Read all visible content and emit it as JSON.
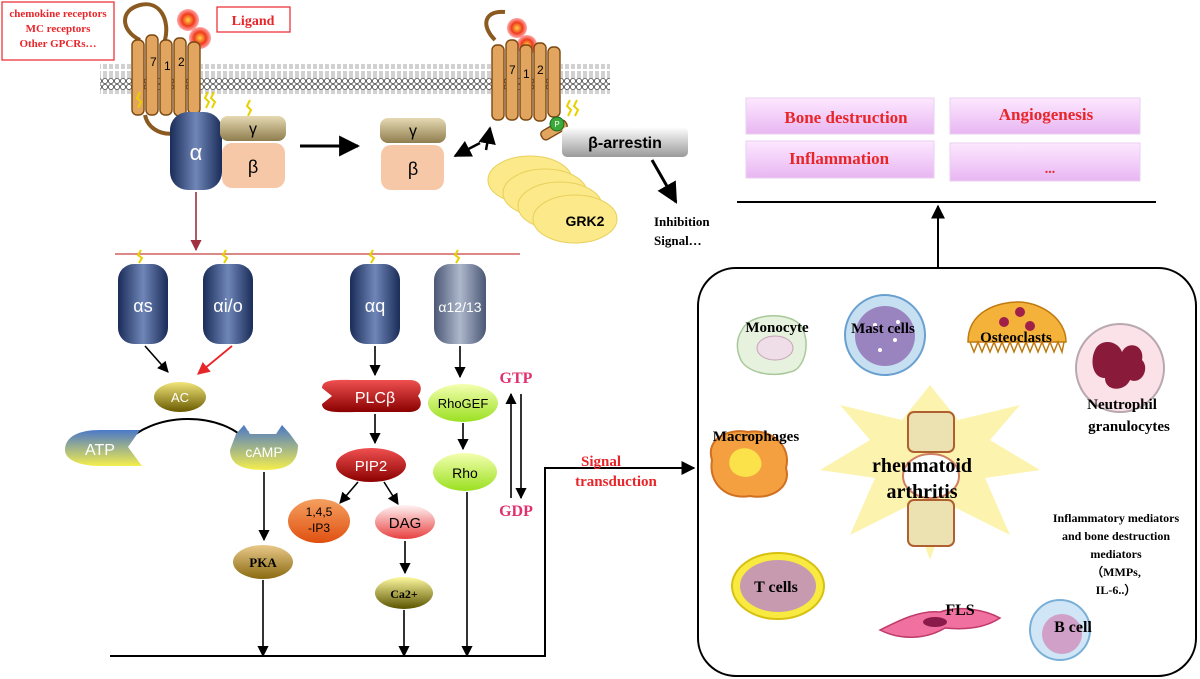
{
  "receptors": {
    "line1": "chemokine receptors",
    "line2": "MC receptors",
    "line3": "Other GPCRs…"
  },
  "ligand": "Ligand",
  "helix_labels": [
    "7",
    "1",
    "2"
  ],
  "g_protein": {
    "alpha": "α",
    "gamma": "γ",
    "beta": "β"
  },
  "arrestin": {
    "label": "β-arrestin",
    "grk": "GRK2",
    "p": "P"
  },
  "inhibition": {
    "line1": "Inhibition",
    "line2": "Signal…"
  },
  "subunits": {
    "as": "αs",
    "aio": "αi/o",
    "aq": "αq",
    "a1213": "α12/13"
  },
  "cascade": {
    "ac": "AC",
    "atp": "ATP",
    "camp": "cAMP",
    "pka": "PKA",
    "plcb": "PLCβ",
    "pip2": "PIP2",
    "ip3_1": "1,4,5",
    "ip3_2": "-IP3",
    "dag": "DAG",
    "ca": "Ca2+",
    "rhogef": "RhoGEF",
    "rho": "Rho",
    "gtp": "GTP",
    "gdp": "GDP"
  },
  "signal": {
    "line1": "Signal",
    "line2": "transduction"
  },
  "outcomes": [
    "Bone destruction",
    "Angiogenesis",
    "Inflammation",
    "..."
  ],
  "cells": {
    "monocyte": "Monocyte",
    "mast": "Mast cells",
    "osteo": "Osteoclasts",
    "neutro1": "Neutrophil",
    "neutro2": "granulocytes",
    "macro": "Macrophages",
    "ra1": "rheumatoid",
    "ra2": "arthritis",
    "tcells": "T cells",
    "fls": "FLS",
    "bcell": "B cell",
    "med": [
      "Inflammatory mediators",
      "and bone destruction",
      "mediators",
      "（MMPs,",
      "IL-6..）"
    ]
  },
  "colors": {
    "red": "#e8262a",
    "pink": "#e0306e",
    "navy": "#1f3566",
    "tan": "#d99a56",
    "peach": "#f6c8a8",
    "yellow": "#fbe98a"
  }
}
